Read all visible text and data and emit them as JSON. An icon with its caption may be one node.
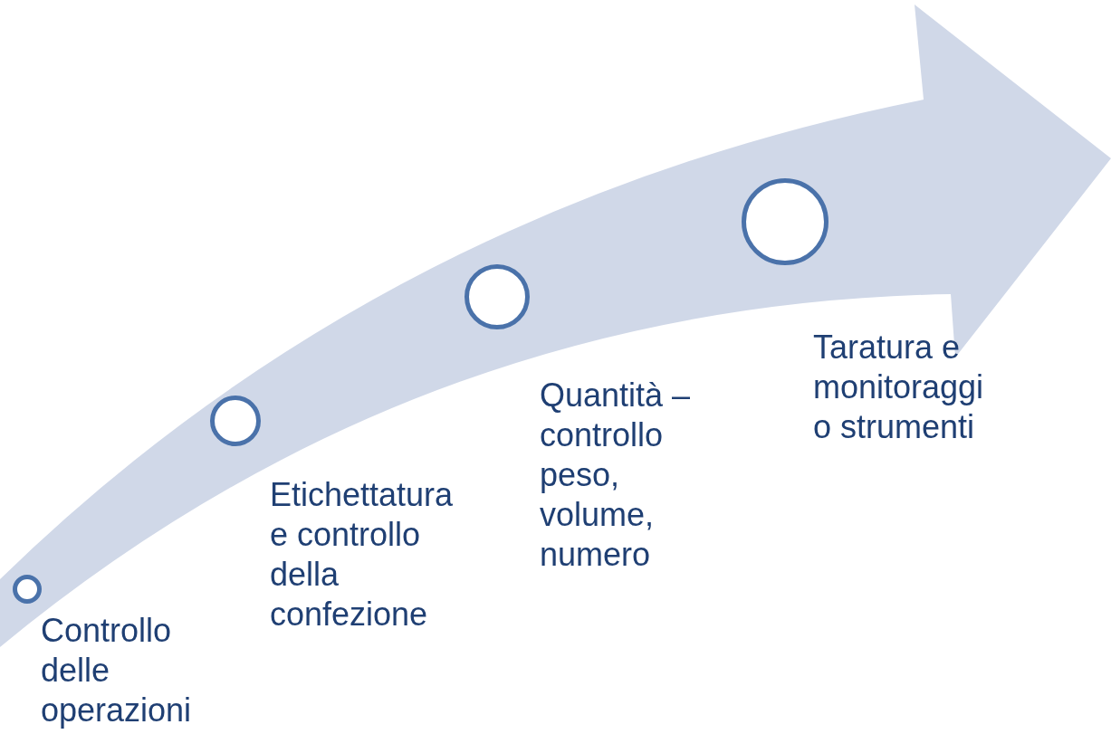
{
  "diagram": {
    "nodes": [
      {
        "text": [],
        "shape": "circle",
        "beside": [
          "Controllo delle operazioni"
        ]
      },
      {
        "text": [],
        "shape": "circle",
        "beside": [
          "Etichettatura e controllo della confezione"
        ]
      },
      {
        "text": [],
        "shape": "circle",
        "beside": [
          "Quantità – controllo peso, volume, numero"
        ]
      },
      {
        "text": [],
        "shape": "circle",
        "beside": [
          "Taratura e monitoraggi o strumenti"
        ]
      }
    ],
    "edges": []
  }
}
